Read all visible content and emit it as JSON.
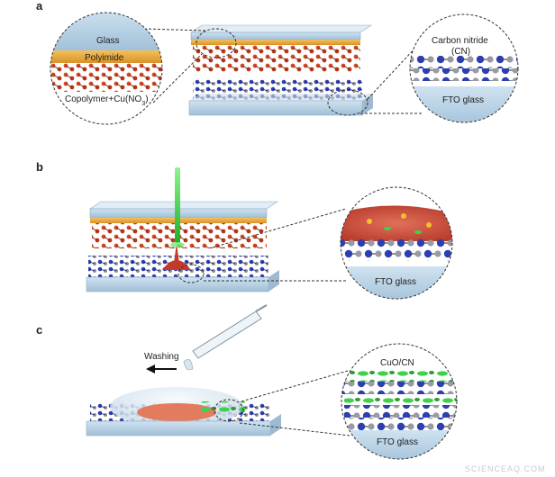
{
  "panels": {
    "a": {
      "letter": "a",
      "inset_left": {
        "glass": "Glass",
        "polyimide": "Polyimide",
        "copolymer": "Copolymer+Cu(NO",
        "copolymer_sub": "3",
        "copolymer_tail": ")"
      },
      "inset_right": {
        "cn_line1": "Carbon nitride",
        "cn_line2": "(CN)",
        "fto": "FTO glass"
      }
    },
    "b": {
      "letter": "b",
      "inset_right": {
        "fto": "FTO glass"
      }
    },
    "c": {
      "letter": "c",
      "washing": "Washing",
      "inset_right": {
        "cuo": "CuO/CN",
        "fto": "FTO glass"
      }
    }
  },
  "watermark": "SCIENCEAQ.COM",
  "colors": {
    "glass": "#b9d3e6",
    "polyimide": "#e6a43a",
    "copolymer": "#c9552a",
    "cn_blue": "#2d3fb0",
    "cn_gray": "#8e8e98",
    "laser": "#2ecc40",
    "cuo_green": "#3fd14a"
  }
}
